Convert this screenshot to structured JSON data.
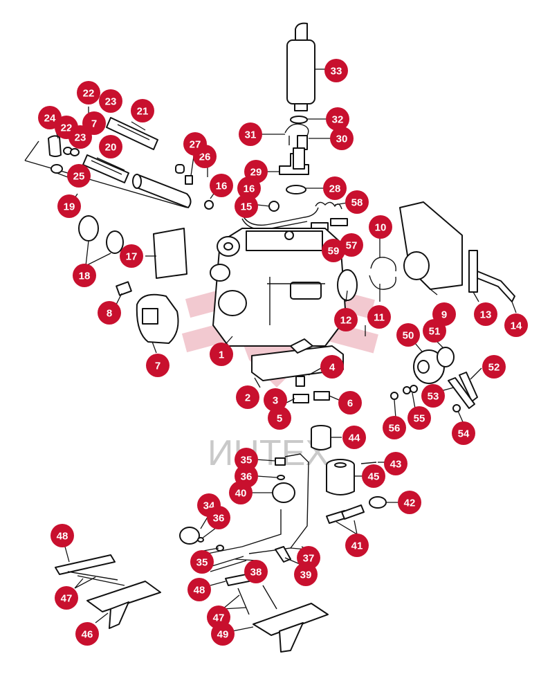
{
  "diagram": {
    "watermark_text": "ИНТЕХ",
    "accent_color": "#c8102e",
    "callouts": [
      {
        "label": "1"
      },
      {
        "label": "2"
      },
      {
        "label": "3"
      },
      {
        "label": "4"
      },
      {
        "label": "5"
      },
      {
        "label": "6"
      },
      {
        "label": "7"
      },
      {
        "label": "7"
      },
      {
        "label": "8"
      },
      {
        "label": "9"
      },
      {
        "label": "10"
      },
      {
        "label": "11"
      },
      {
        "label": "12"
      },
      {
        "label": "13"
      },
      {
        "label": "14"
      },
      {
        "label": "15"
      },
      {
        "label": "16"
      },
      {
        "label": "16"
      },
      {
        "label": "17"
      },
      {
        "label": "18"
      },
      {
        "label": "19"
      },
      {
        "label": "20"
      },
      {
        "label": "21"
      },
      {
        "label": "22"
      },
      {
        "label": "22"
      },
      {
        "label": "23"
      },
      {
        "label": "23"
      },
      {
        "label": "24"
      },
      {
        "label": "25"
      },
      {
        "label": "26"
      },
      {
        "label": "27"
      },
      {
        "label": "28"
      },
      {
        "label": "29"
      },
      {
        "label": "30"
      },
      {
        "label": "31"
      },
      {
        "label": "32"
      },
      {
        "label": "33"
      },
      {
        "label": "34"
      },
      {
        "label": "35"
      },
      {
        "label": "35"
      },
      {
        "label": "36"
      },
      {
        "label": "36"
      },
      {
        "label": "37"
      },
      {
        "label": "38"
      },
      {
        "label": "39"
      },
      {
        "label": "40"
      },
      {
        "label": "41"
      },
      {
        "label": "42"
      },
      {
        "label": "43"
      },
      {
        "label": "44"
      },
      {
        "label": "45"
      },
      {
        "label": "46"
      },
      {
        "label": "47"
      },
      {
        "label": "47"
      },
      {
        "label": "48"
      },
      {
        "label": "48"
      },
      {
        "label": "49"
      },
      {
        "label": "50"
      },
      {
        "label": "51"
      },
      {
        "label": "52"
      },
      {
        "label": "53"
      },
      {
        "label": "54"
      },
      {
        "label": "55"
      },
      {
        "label": "56"
      },
      {
        "label": "57"
      },
      {
        "label": "58"
      },
      {
        "label": "59"
      }
    ]
  }
}
